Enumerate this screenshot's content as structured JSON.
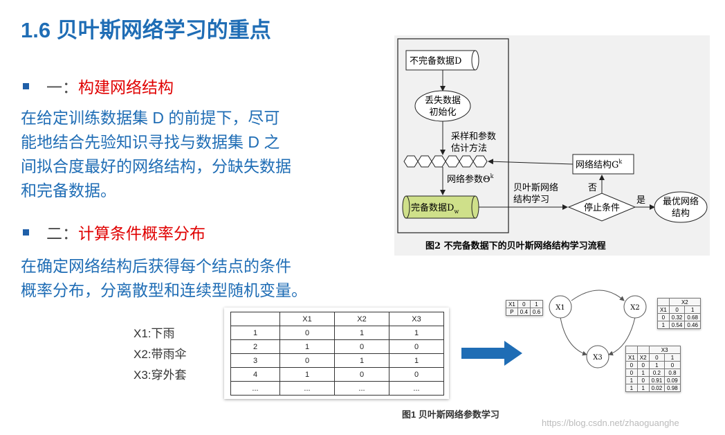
{
  "title": "1.6  贝叶斯网络学习的重点",
  "section1": {
    "prefix": "一：",
    "heading": "构建网络结构"
  },
  "para1": [
    "在给定训练数据集 D 的前提下，尽可",
    "能地结合先验知识寻找与数据集 D 之",
    "间拟合度最好的网络结构，分缺失数据",
    "和完备数据。"
  ],
  "section2": {
    "prefix": "二：",
    "heading": "计算条件概率分布"
  },
  "para2": [
    "在确定网络结构后获得每个结点的条件",
    "概率分布，分离散型和连续型随机变量。"
  ],
  "variables": [
    "X1:下雨",
    "X2:带雨伞",
    "X3:穿外套"
  ],
  "obs_table": {
    "headers": [
      "",
      "X1",
      "X2",
      "X3"
    ],
    "rows": [
      [
        "1",
        "0",
        "1",
        "1"
      ],
      [
        "2",
        "1",
        "0",
        "0"
      ],
      [
        "3",
        "0",
        "1",
        "1"
      ],
      [
        "4",
        "1",
        "0",
        "0"
      ],
      [
        "...",
        "...",
        "...",
        "..."
      ]
    ]
  },
  "fig2": {
    "incomplete": "不完备数据D",
    "init": [
      "丢失数据",
      "初始化"
    ],
    "sampling": [
      "采样和参数",
      "估计方法"
    ],
    "params": "网络参数Θ",
    "params_sup": "k",
    "complete": "完备数据D",
    "complete_sub": "w",
    "struct_learn": [
      "贝叶斯网络",
      "结构学习"
    ],
    "stop": "停止条件",
    "no": "否",
    "yes": "是",
    "net_struct": "网络结构G",
    "net_struct_sup": "k",
    "best": [
      "最优网络",
      "结构"
    ],
    "caption": "图2   不完备数据下的贝叶斯网络结构学习流程"
  },
  "fig1": {
    "nodes": [
      "X1",
      "X2",
      "X3"
    ],
    "cpt_x1": {
      "rows": [
        [
          "X1",
          "0",
          "1"
        ],
        [
          "P",
          "0.4",
          "0.6"
        ]
      ]
    },
    "cpt_x2": {
      "title": "X2",
      "rows": [
        [
          "X1",
          "0",
          "1"
        ],
        [
          "0",
          "0.32",
          "0.68"
        ],
        [
          "1",
          "0.54",
          "0.46"
        ]
      ]
    },
    "cpt_x3": {
      "title": "X3",
      "rows": [
        [
          "X1",
          "X2",
          "0",
          "1"
        ],
        [
          "0",
          "0",
          "1",
          "0"
        ],
        [
          "0",
          "1",
          "0.2",
          "0.8"
        ],
        [
          "1",
          "0",
          "0.91",
          "0.09"
        ],
        [
          "1",
          "1",
          "0.02",
          "0.98"
        ]
      ]
    },
    "caption": "图1 贝叶斯网络参数学习"
  },
  "watermark": "https://blog.csdn.net/zhaoguanghe"
}
